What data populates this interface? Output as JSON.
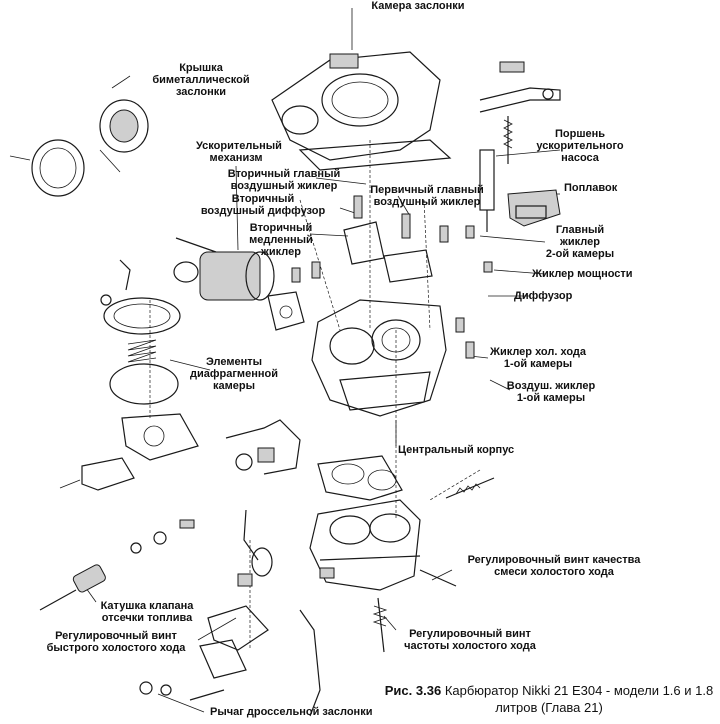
{
  "labels": {
    "throttle_chamber": "Камера заслонки",
    "bimetal_cover": "Крышка\nбиметаллической заслонки",
    "accel_mechanism": "Ускорительный\nмеханизм",
    "secondary_main_jet": "Вторичный главный\nвоздушный жиклер",
    "secondary_diffuser": "Вторичный\nвоздушный диффузор",
    "secondary_slow_jet": "Вторичный\nмедленный жиклер",
    "primary_main_air_jet": "Первичный главный\nвоздушный жиклер",
    "accel_pump_piston": "Поршень\nускорительного\nнасоса",
    "float": "Поплавок",
    "main_jet_2nd": "Главный\nжиклер\n2-ой камеры",
    "power_jet": "Жиклер мощности",
    "diffuser": "Диффузор",
    "diaphragm_elements": "Элементы\nдиафрагменной\nкамеры",
    "idle_jet_1st": "Жиклер хол. хода\n1-ой камеры",
    "air_jet_1st": "Воздуш. жиклер\n1-ой камеры",
    "central_body": "Центральный корпус",
    "idle_quality_screw": "Регулировочный винт качества\nсмеси холостого хода",
    "fuel_cutoff_coil": "Катушка клапана\nотсечки топлива",
    "fast_idle_screw": "Регулировочный винт\nбыстрого холостого хода",
    "idle_speed_screw": "Регулировочный винт\nчастоты холостого хода",
    "throttle_lever": "Рычаг дроссельной заслонки"
  },
  "caption": {
    "prefix": "Рис. 3.36",
    "text": "Карбюратор Nikki 21 E304 - модели 1.6 и 1.8 литров (Глава 21)"
  }
}
